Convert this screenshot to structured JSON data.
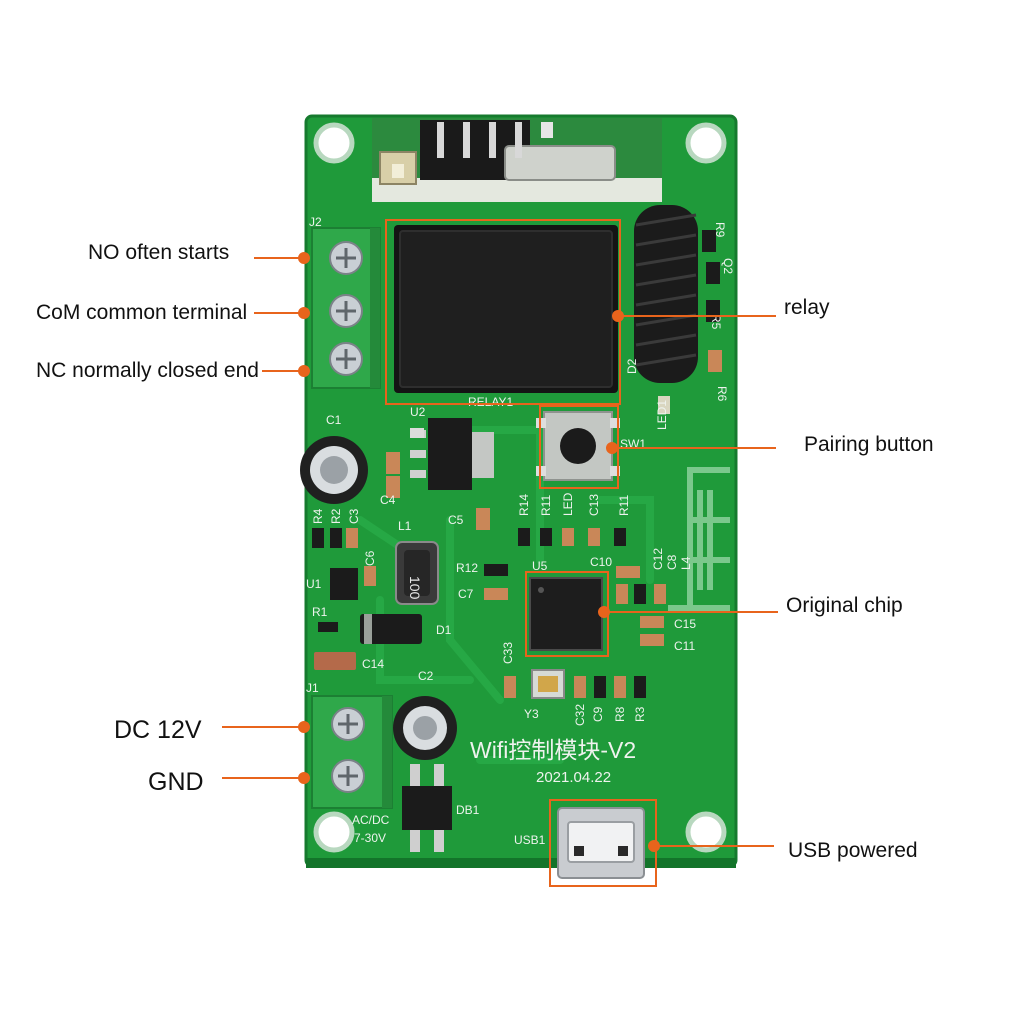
{
  "labels": {
    "no": "NO often starts",
    "com": "CoM common terminal",
    "nc": "NC normally closed end",
    "relay": "relay",
    "pairing": "Pairing button",
    "chip": "Original chip",
    "dc": "DC 12V",
    "gnd": "GND",
    "usb": "USB powered"
  },
  "board": {
    "title": "Wifi控制模块-V2",
    "date": "2021.04.22",
    "silkscreen": {
      "j2": "J2",
      "j1": "J1",
      "c1": "C1",
      "u2": "U2",
      "c4": "C4",
      "c5": "C5",
      "l1": "L1",
      "u1": "U1",
      "r1": "R1",
      "d1": "D1",
      "c14": "C14",
      "c2": "C2",
      "db1": "DB1",
      "usb1": "USB1",
      "acdc": "AC/DC",
      "volt": "7-30V",
      "relay1": "RELAY1",
      "sw1": "SW1",
      "led1": "LED1",
      "d2": "D2",
      "r9": "R9",
      "q2": "Q2",
      "r5": "R5",
      "r6": "R6",
      "r14": "R14",
      "r11a": "R11",
      "led": "LED",
      "c13": "C13",
      "r11b": "R11",
      "r12": "R12",
      "u5": "U5",
      "c10": "C10",
      "c7": "C7",
      "c12": "C12",
      "c8": "C8",
      "l4": "L4",
      "c15": "C15",
      "c11": "C11",
      "c33": "C33",
      "y3": "Y3",
      "c32": "C32",
      "c9": "C9",
      "r8": "R8",
      "r3": "R3",
      "r4": "R4",
      "r2": "R2",
      "c3": "C3",
      "c6": "C6",
      "inductor_mark": "100"
    }
  },
  "colors": {
    "pcb": "#1f9a3a",
    "pcb_dark": "#157a2c",
    "terminal": "#2fa84a",
    "leader": "#e8641c",
    "text": "#111111",
    "silk": "#eef3ee"
  }
}
